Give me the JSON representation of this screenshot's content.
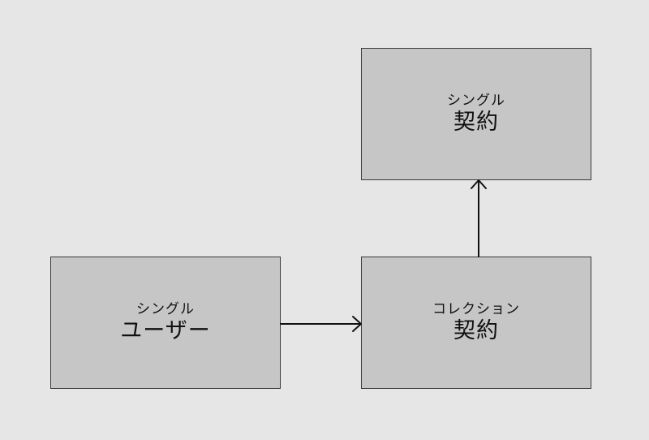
{
  "diagram": {
    "nodes": {
      "user": {
        "kind": "シングル",
        "name": "ユーザー"
      },
      "contract_collection": {
        "kind": "コレクション",
        "name": "契約"
      },
      "contract_single": {
        "kind": "シングル",
        "name": "契約"
      }
    },
    "edges": [
      {
        "from": "user",
        "to": "contract_collection"
      },
      {
        "from": "contract_collection",
        "to": "contract_single"
      }
    ]
  }
}
